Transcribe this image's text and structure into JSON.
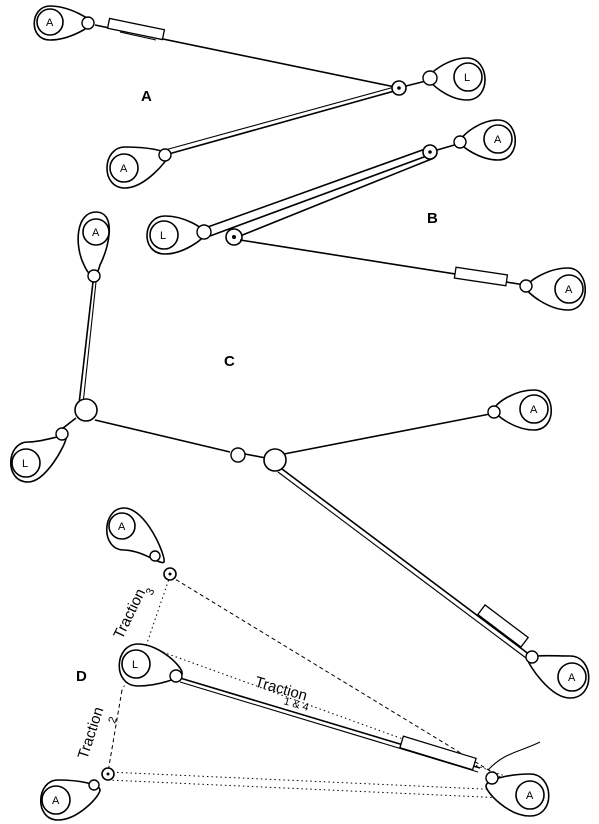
{
  "sections": {
    "a": "A",
    "b": "B",
    "c": "C",
    "d": "D"
  },
  "anchors": {
    "a1": "A",
    "a2": "L",
    "a3": "A",
    "b1": "A",
    "b2": "L",
    "b3": "A",
    "c1": "A",
    "c2": "L",
    "c3": "A",
    "c4": "A",
    "d1": "A",
    "d2": "L",
    "d3": "A",
    "d4": "A"
  },
  "traction": {
    "label": "Traction",
    "t3": "3",
    "t2": "2",
    "t14": "1 & 4"
  },
  "colors": {
    "ink": "#000000",
    "paper": "#ffffff"
  }
}
